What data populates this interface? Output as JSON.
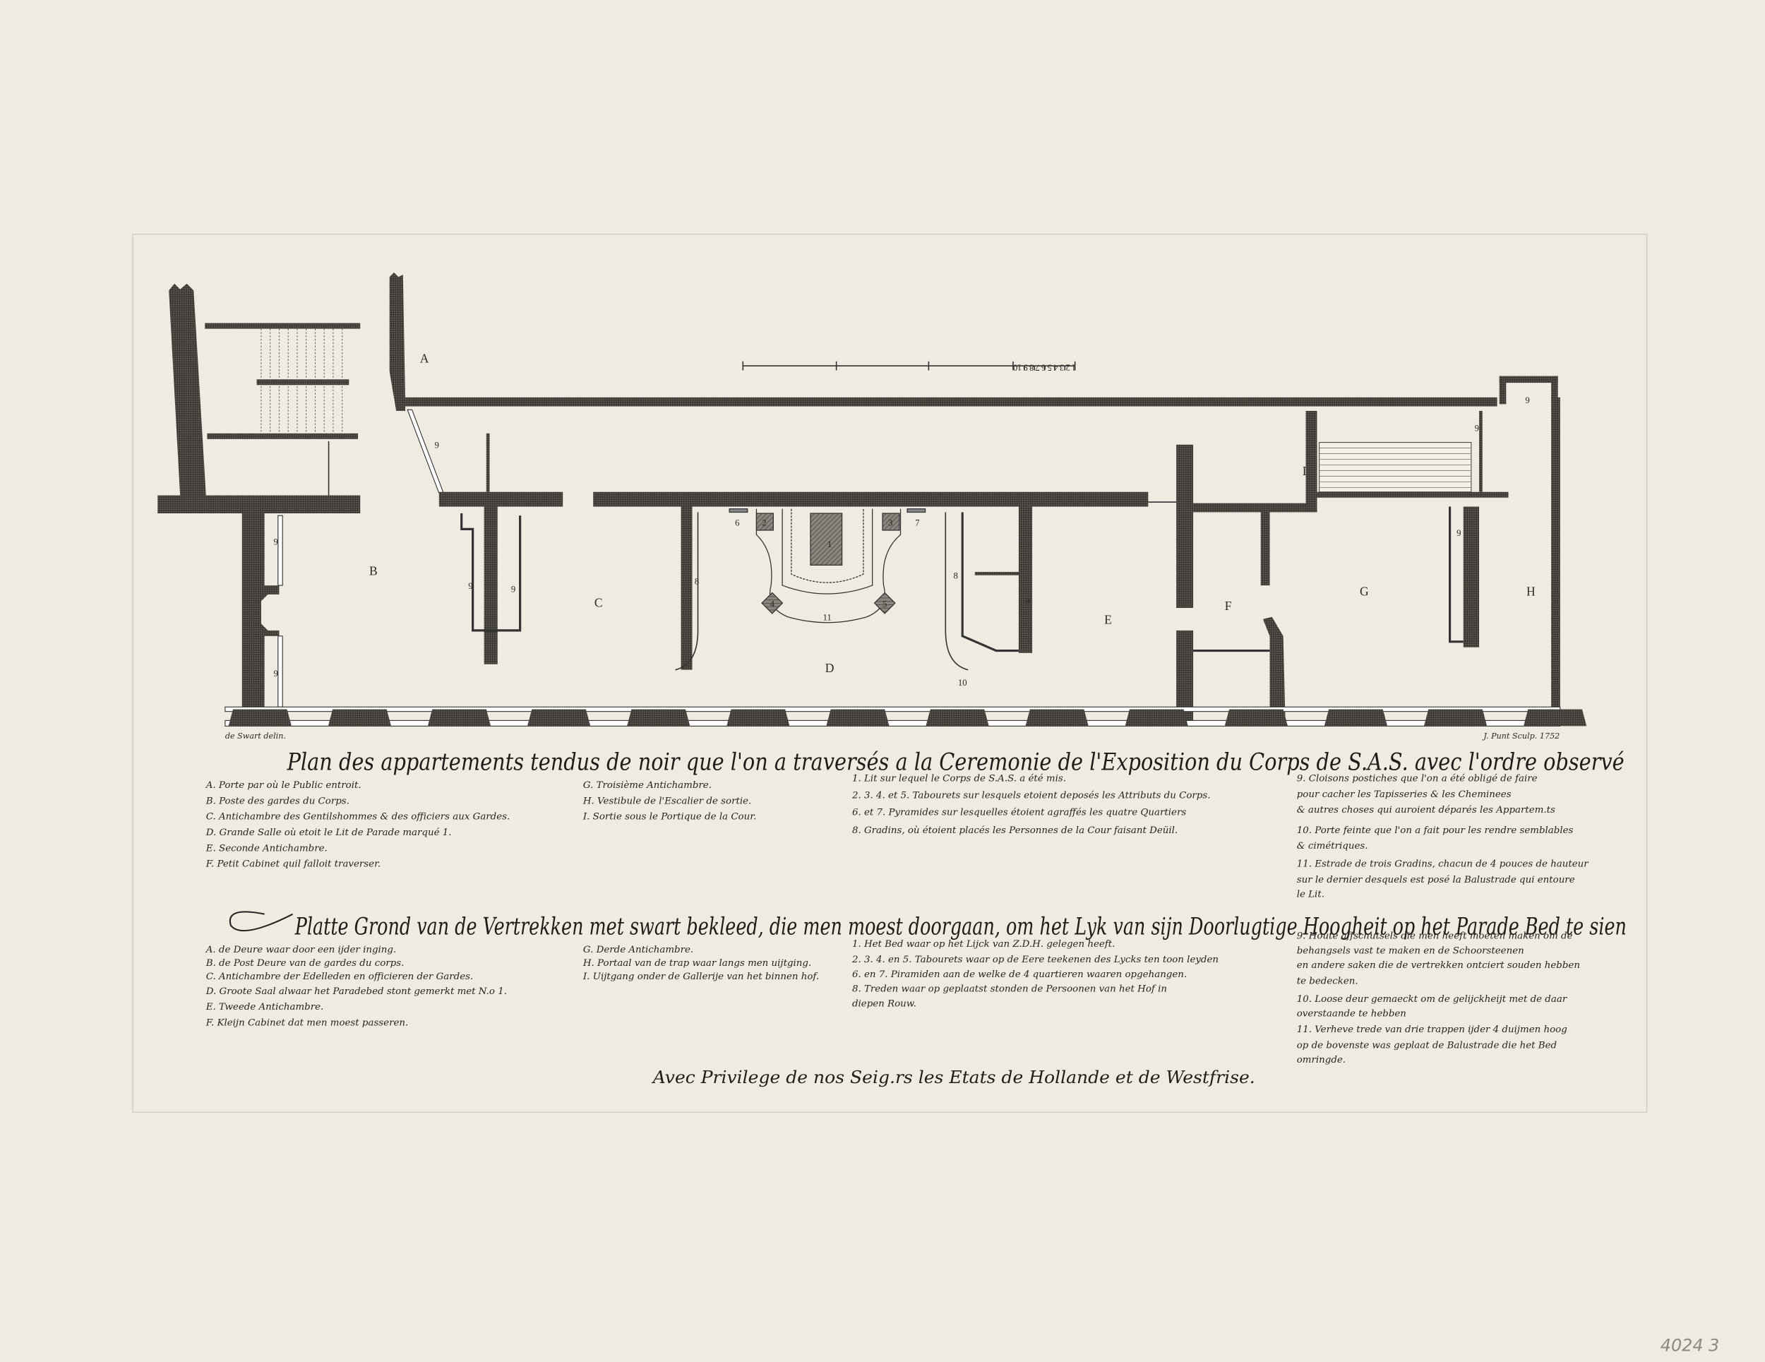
{
  "colors": {
    "paper": "#efebe1",
    "ink": "#3b3733",
    "plate_line": "#d3cfc3"
  },
  "plan": {
    "rooms": {
      "A": "A",
      "B": "B",
      "C": "C",
      "D": "D",
      "E": "E",
      "F": "F",
      "G": "G",
      "H": "H",
      "I": "I"
    },
    "numbers": {
      "n1": "1",
      "n2": "2",
      "n3": "3",
      "n4": "4",
      "n5": "5",
      "n6": "6",
      "n7": "7",
      "n8": "8",
      "n9": "9",
      "n10": "10",
      "n11": "11"
    },
    "scale_numbers": "1 2 3 4 5 6 7 8 9 10"
  },
  "credits": {
    "draughtsman": "de Swart delin.",
    "engraver": "J. Punt Sculp. 1752"
  },
  "french": {
    "title": "Plan des appartements tendus de noir que l'on a traversés a la Ceremonie de l'Exposition du Corps de S.A.S. avec l'ordre observé",
    "col1": [
      "A. Porte par où le Public entroit.",
      "B. Poste des gardes du Corps.",
      "C. Antichambre des Gentilshommes & des officiers aux Gardes.",
      "D. Grande Salle où etoit le Lit de Parade marqué 1.",
      "E. Seconde Antichambre.",
      "F. Petit Cabinet quil falloit traverser."
    ],
    "col2": [
      "G. Troisième Antichambre.",
      "H. Vestibule de l'Escalier de sortie.",
      "I. Sortie sous le Portique de la Cour."
    ],
    "col3": [
      "1. Lit sur lequel le Corps de S.A.S. a été mis.",
      "2. 3. 4. et 5. Tabourets sur lesquels etoient deposés les Attributs du Corps.",
      "6. et 7. Pyramides sur lesquelles étoient agraffés les quatre Quartiers",
      "8. Gradins, où étoient placés les Personnes de la Cour faisant Deüil."
    ],
    "col4": [
      "9. Cloisons postiches que l'on a été obligé de faire",
      "pour cacher les Tapisseries & les Cheminees",
      "& autres choses qui auroient déparés les Appartem.ts",
      "10. Porte feinte que l'on a fait pour les rendre semblables",
      "& cimétriques.",
      "11. Estrade de trois Gradins, chacun de 4 pouces de hauteur",
      "sur le dernier desquels est posé la Balustrade qui entoure",
      "le Lit."
    ]
  },
  "dutch": {
    "title": "Platte Grond van de Vertrekken met swart bekleed, die men moest doorgaan, om het Lyk van sijn Doorlugtige Hoogheit op het Parade Bed te sien",
    "col1": [
      "A. de Deure waar door een ijder inging.",
      "B. de Post Deure van de gardes du corps.",
      "C. Antichambre der Edelleden en officieren der Gardes.",
      "D. Groote Saal alwaar het Paradebed stont gemerkt met N.o 1.",
      "E. Tweede Antichambre.",
      "F. Kleijn Cabinet dat men moest passeren."
    ],
    "col2": [
      "G. Derde Antichambre.",
      "H. Portaal van de trap waar langs men uijtging.",
      "I. Uijtgang onder de Gallerije van het binnen hof."
    ],
    "col3": [
      "1. Het Bed waar op het Lijck van Z.D.H. gelegen heeft.",
      "2. 3. 4. en 5. Tabourets waar op de Eere teekenen des Lycks ten toon leyden",
      "6. en 7. Piramiden aan de welke de 4 quartieren waaren opgehangen.",
      "8. Treden waar op geplaatst stonden de Persoonen van het Hof in",
      "diepen Rouw."
    ],
    "col4": [
      "9. Houte affschutsels die men heeft moeten maken om de",
      "behangsels vast te maken en de Schoorsteenen",
      "en andere saken die de vertrekken ontciert souden hebben",
      "te bedecken.",
      "10. Loose deur gemaeckt om de gelijckheijt met de daar",
      "overstaande te hebben",
      "11. Verheve trede van drie trappen ijder 4 duijmen hoog",
      "op de bovenste was geplaat de Balustrade die het Bed",
      "omringde."
    ]
  },
  "privilege": "Avec Privilege de nos Seig.rs les Etats de Hollande et de Westfrise.",
  "inventory_mark": "4024 3"
}
